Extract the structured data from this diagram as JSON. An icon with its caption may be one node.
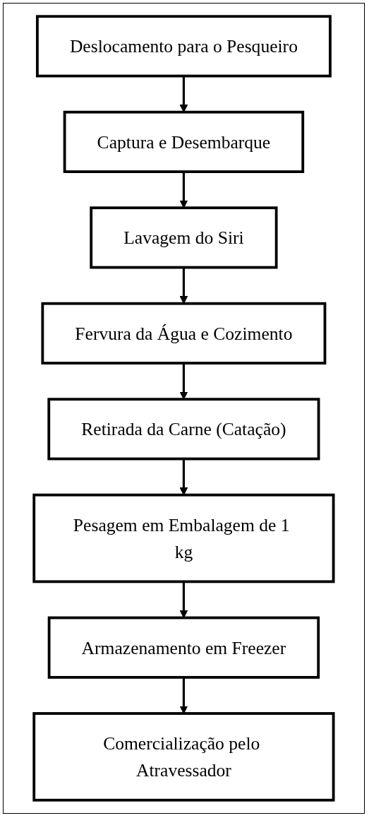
{
  "diagram": {
    "nodes": [
      {
        "text": [
          "Deslocamento para o Pesqueiro"
        ]
      },
      {
        "text": [
          "Captura e Desembarque"
        ]
      },
      {
        "text": [
          "Lavagem do Siri"
        ]
      },
      {
        "text": [
          "Fervura da Água e Cozimento"
        ]
      },
      {
        "text": [
          "Retirada da Carne (Catação)"
        ]
      },
      {
        "text": [
          "Pesagem em Embalagem de 1 kg"
        ]
      },
      {
        "text": [
          "Armazenamento em Freezer"
        ]
      },
      {
        "text": [
          "Comercialização pelo Atravessador"
        ]
      }
    ],
    "edges": [
      {
        "from": 0,
        "to": 1,
        "arrow": "to"
      },
      {
        "from": 1,
        "to": 2,
        "arrow": "to"
      },
      {
        "from": 2,
        "to": 3,
        "arrow": "to"
      },
      {
        "from": 3,
        "to": 4,
        "arrow": "to"
      },
      {
        "from": 4,
        "to": 5,
        "arrow": "to"
      },
      {
        "from": 5,
        "to": 6,
        "arrow": "to"
      },
      {
        "from": 6,
        "to": 7,
        "arrow": "to"
      }
    ]
  }
}
